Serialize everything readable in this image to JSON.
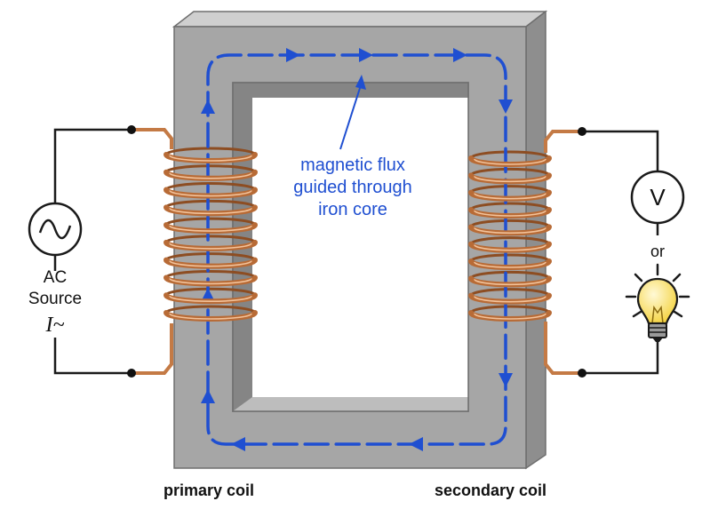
{
  "source": {
    "line1": "AC",
    "line2": "Source",
    "symbol": "I~",
    "icon": "ac-sine-wave-icon"
  },
  "annotation": {
    "line1": "magnetic flux",
    "line2": "guided through",
    "line3": "iron core"
  },
  "meter": {
    "symbol": "V",
    "icon": "voltmeter-icon"
  },
  "connector_word": "or",
  "bulb": {
    "icon": "light-bulb-icon"
  },
  "labels": {
    "primary": "primary coil",
    "secondary": "secondary coil"
  },
  "colors": {
    "wire": "#1a1a1a",
    "copper": "#c47a45",
    "copper_highlight": "#f2c29a",
    "flux": "#1f4fd1",
    "core_front": "#a3a3a3",
    "core_top": "#c9c9c9",
    "core_side": "#8a8a8a",
    "bulb_glass": "#fbe26a"
  }
}
